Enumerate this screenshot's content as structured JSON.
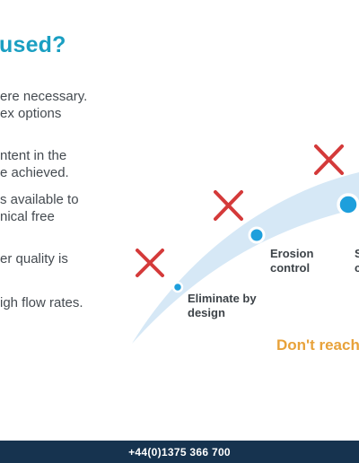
{
  "slide": {
    "title_fragment": "used?",
    "bullet_lines": [
      "ere necessary.",
      "ex options",
      "ntent in the",
      "e achieved.",
      "s available to",
      "nical free",
      "er quality is",
      "igh flow rates."
    ]
  },
  "diagram": {
    "nodes": [
      {
        "label_lines": [
          "Eliminate by",
          "design"
        ]
      },
      {
        "label_lines": [
          "Erosion",
          "control"
        ]
      },
      {
        "label_lines": [
          "S",
          "c"
        ]
      }
    ],
    "callout": "Don't reach",
    "colors": {
      "curve": "#d6e8f6",
      "node": "#1e9fdc",
      "cross": "#d43a3a",
      "callout": "#e8a23a"
    }
  },
  "footer": {
    "phone": "+44(0)1375 366 700"
  }
}
